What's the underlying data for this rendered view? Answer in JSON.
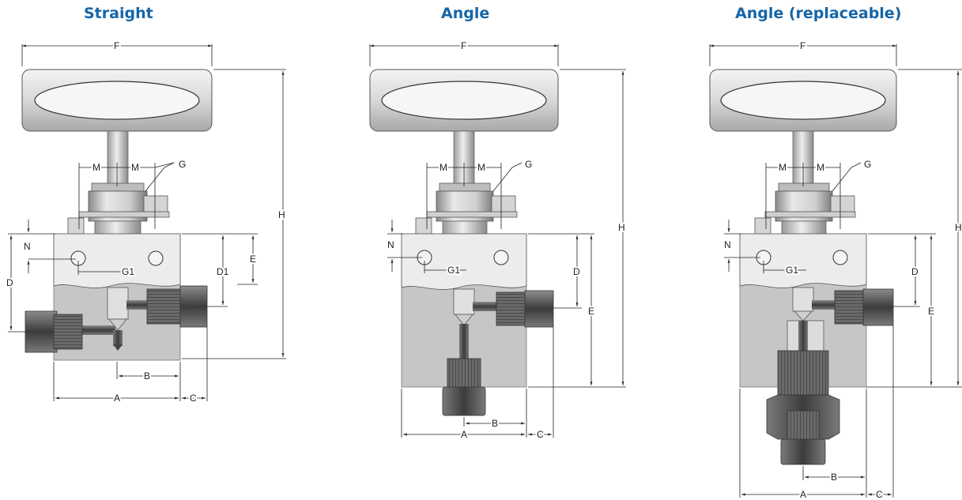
{
  "titles": {
    "straight": "Straight",
    "angle": "Angle",
    "angle_replaceable": "Angle (replaceable)"
  },
  "colors": {
    "title": "#1565a8",
    "body_light": "#e6e6e6",
    "body_mid": "#c8c8c8",
    "body_dark": "#9a9a9a",
    "steel_dark": "#5a5a5a",
    "line": "#222222"
  },
  "labels": {
    "A": "A",
    "B": "B",
    "C": "C",
    "D": "D",
    "D1": "D1",
    "E": "E",
    "F": "F",
    "G": "G",
    "G1": "G1",
    "H": "H",
    "M": "M",
    "N": "N"
  }
}
